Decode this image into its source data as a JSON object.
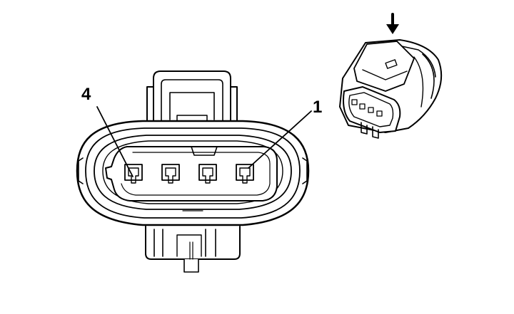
{
  "diagram": {
    "pin_labels": {
      "left": "4",
      "right": "1"
    },
    "pin_count": 4,
    "colors": {
      "line": "#000000",
      "background": "#ffffff",
      "shade": "#d0d0d0"
    }
  }
}
